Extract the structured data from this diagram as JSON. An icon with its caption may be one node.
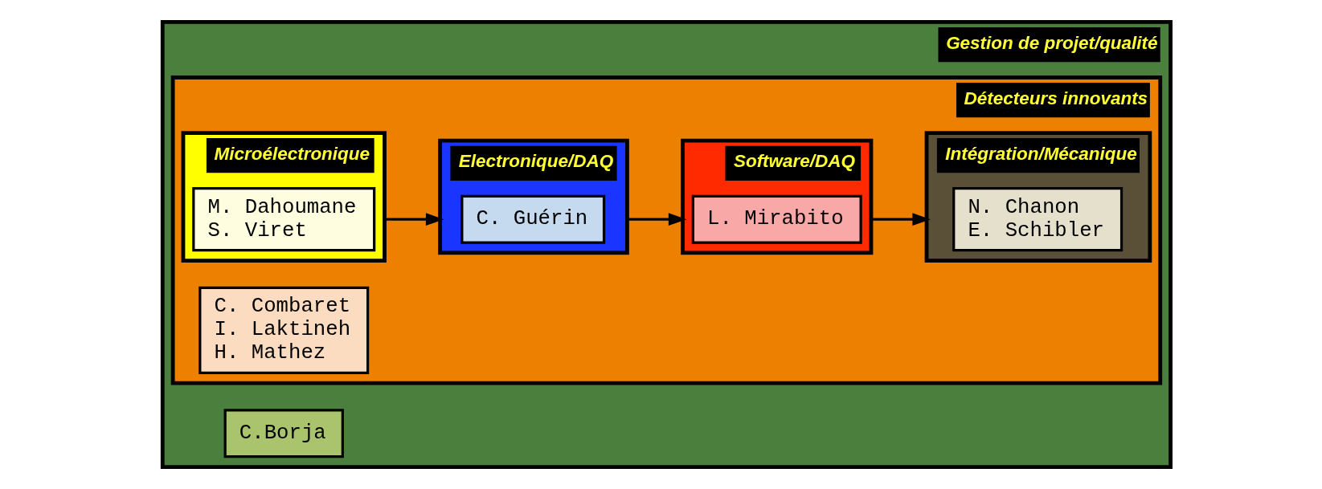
{
  "diagram": {
    "nodes": [
      {
        "text": [
          "Gestion de projet/qualité"
        ]
      },
      {
        "text": [
          "C.Borja"
        ],
        "in": 0
      },
      {
        "text": [
          "Détecteurs innovants"
        ],
        "in": 0
      },
      {
        "text": [
          "C. Combaret",
          "I. Laktineh",
          "H. Mathez"
        ],
        "in": 2
      },
      {
        "text": [
          "Microélectronique"
        ],
        "in": 2
      },
      {
        "text": [
          "M. Dahoumane",
          "S. Viret"
        ],
        "in": 4
      },
      {
        "text": [
          "Electronique/DAQ"
        ],
        "in": 2
      },
      {
        "text": [
          "C. Guérin"
        ],
        "in": 6
      },
      {
        "text": [
          "Software/DAQ"
        ],
        "in": 2
      },
      {
        "text": [
          "L. Mirabito"
        ],
        "in": 8
      },
      {
        "text": [
          "Intégration/Mécanique"
        ],
        "in": 2
      },
      {
        "text": [
          "N. Chanon",
          "E. Schibler"
        ],
        "in": 10
      }
    ],
    "edges": [
      {
        "from": 4,
        "to": 6,
        "arrow": "to"
      },
      {
        "from": 6,
        "to": 8,
        "arrow": "to"
      },
      {
        "from": 8,
        "to": 10,
        "arrow": "to"
      }
    ]
  }
}
